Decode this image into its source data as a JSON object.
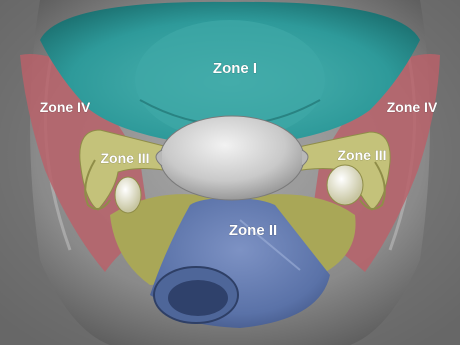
{
  "figure": {
    "subject": "pelvic anatomy illustration with color-coded zones",
    "colors": {
      "zone_I": "#2e9a9a",
      "zone_II": "#5a72a8",
      "zone_III": "#b4b25c",
      "zone_IV": "#b8626a",
      "uterus": "#c9c9c9",
      "background": "#8a8a8a"
    }
  },
  "zones": {
    "zone_I_label": "Zone I",
    "zone_II_label": "Zone II",
    "zone_III_left_label": "Zone III",
    "zone_III_right_label": "Zone III",
    "zone_IV_left_label": "Zone IV",
    "zone_IV_right_label": "Zone IV"
  }
}
